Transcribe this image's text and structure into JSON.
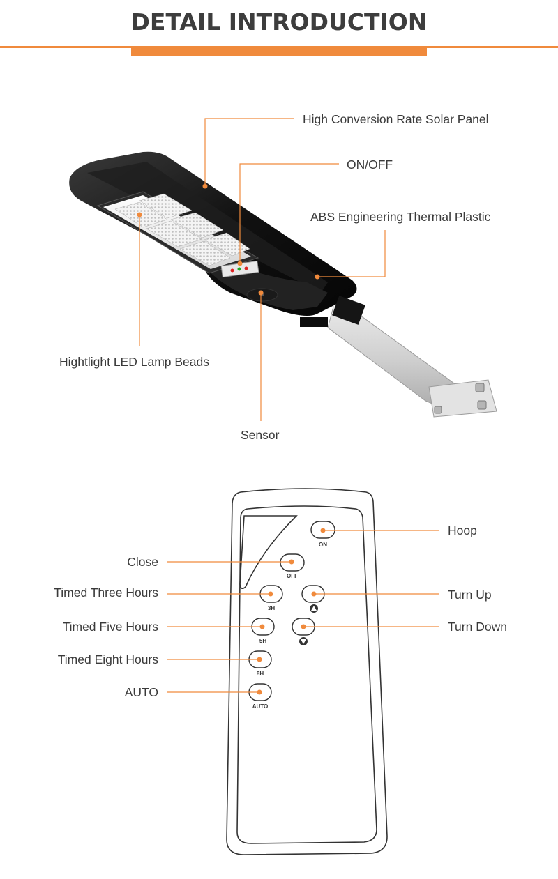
{
  "header": {
    "title": "DETAIL INTRODUCTION"
  },
  "lamp": {
    "callouts": [
      {
        "id": "solar-panel",
        "text": "High Conversion Rate Solar Panel"
      },
      {
        "id": "on-off",
        "text": "ON/OFF"
      },
      {
        "id": "abs-plastic",
        "text": "ABS Engineering Thermal Plastic"
      },
      {
        "id": "led-beads",
        "text": "Hightlight LED Lamp Beads"
      },
      {
        "id": "sensor",
        "text": "Sensor"
      }
    ]
  },
  "remote": {
    "callouts": [
      {
        "id": "hoop",
        "text": "Hoop"
      },
      {
        "id": "close",
        "text": "Close"
      },
      {
        "id": "timed-three",
        "text": "Timed Three Hours"
      },
      {
        "id": "turn-up",
        "text": "Turn Up"
      },
      {
        "id": "timed-five",
        "text": "Timed Five Hours"
      },
      {
        "id": "turn-down",
        "text": "Turn Down"
      },
      {
        "id": "timed-eight",
        "text": "Timed Eight Hours"
      },
      {
        "id": "auto",
        "text": "AUTO"
      }
    ],
    "buttons": [
      {
        "id": "on",
        "text": "ON"
      },
      {
        "id": "off",
        "text": "OFF"
      },
      {
        "id": "3h",
        "text": "3H"
      },
      {
        "id": "5h",
        "text": "5H"
      },
      {
        "id": "8h",
        "text": "8H"
      },
      {
        "id": "auto",
        "text": "AUTO"
      }
    ]
  },
  "colors": {
    "accent": "#f08a3c",
    "text": "#3a3a3a",
    "title": "#3d3d3d",
    "outline": "#333333"
  }
}
